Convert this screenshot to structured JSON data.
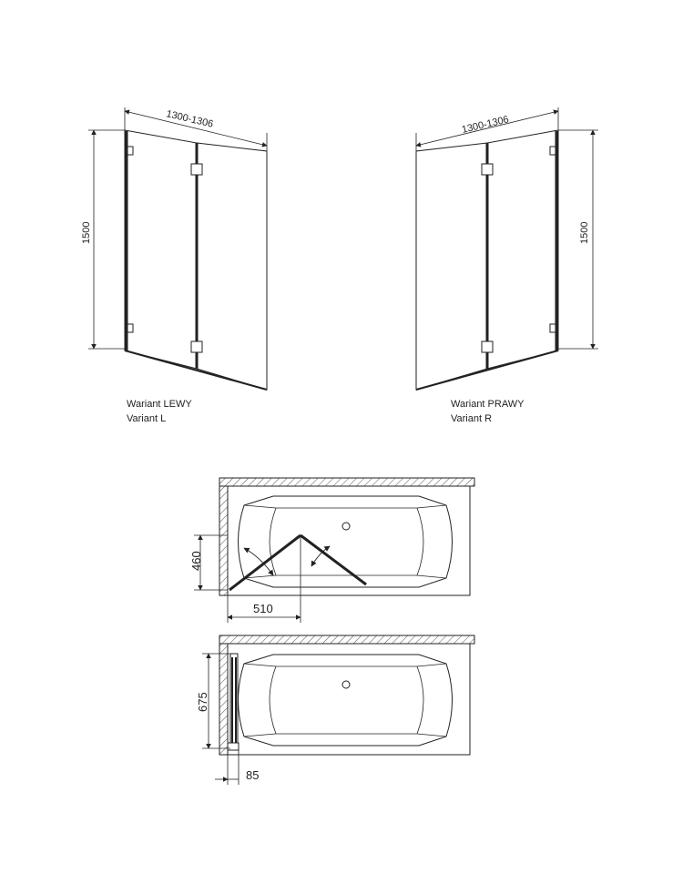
{
  "left_view": {
    "width_dim": "1300-1306",
    "height_dim": "1500",
    "label_pl": "Wariant LEWY",
    "label_en": "Variant L"
  },
  "right_view": {
    "width_dim": "1300-1306",
    "height_dim": "1500",
    "label_pl": "Wariant PRAWY",
    "label_en": "Variant R"
  },
  "plan_open": {
    "depth_dim": "460",
    "width_dim": "510"
  },
  "plan_folded": {
    "depth_dim": "675",
    "width_dim": "85"
  }
}
